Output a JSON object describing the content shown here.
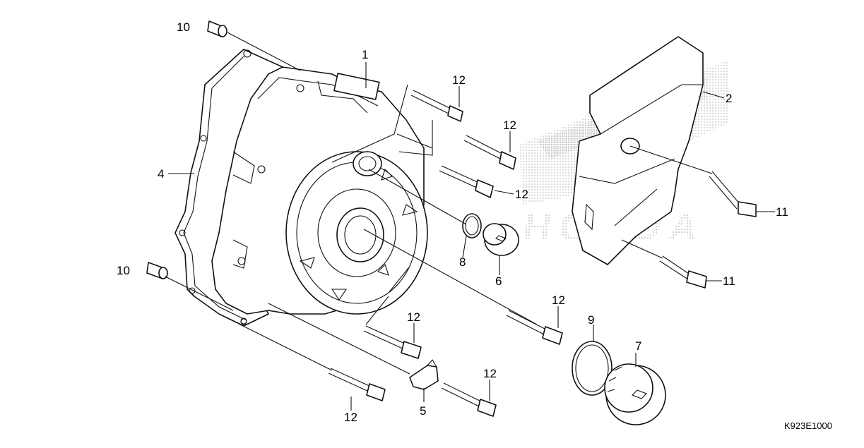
{
  "diagram": {
    "callouts": [
      {
        "key": "p1",
        "label": "1"
      },
      {
        "key": "p2",
        "label": "2"
      },
      {
        "key": "p4",
        "label": "4"
      },
      {
        "key": "p5",
        "label": "5"
      },
      {
        "key": "p6",
        "label": "6"
      },
      {
        "key": "p7",
        "label": "7"
      },
      {
        "key": "p8",
        "label": "8"
      },
      {
        "key": "p9",
        "label": "9"
      },
      {
        "key": "p10a",
        "label": "10"
      },
      {
        "key": "p10b",
        "label": "10"
      },
      {
        "key": "p11a",
        "label": "11"
      },
      {
        "key": "p11b",
        "label": "11"
      },
      {
        "key": "p12a",
        "label": "12"
      },
      {
        "key": "p12b",
        "label": "12"
      },
      {
        "key": "p12c",
        "label": "12"
      },
      {
        "key": "p12d",
        "label": "12"
      },
      {
        "key": "p12e",
        "label": "12"
      },
      {
        "key": "p12f",
        "label": "12"
      },
      {
        "key": "p12g",
        "label": "12"
      }
    ],
    "diagram_code": "K923E1000",
    "watermark_text": "HONDA"
  },
  "colors": {
    "line": "#111111",
    "background": "#ffffff",
    "watermark": "#c8c8c8"
  }
}
